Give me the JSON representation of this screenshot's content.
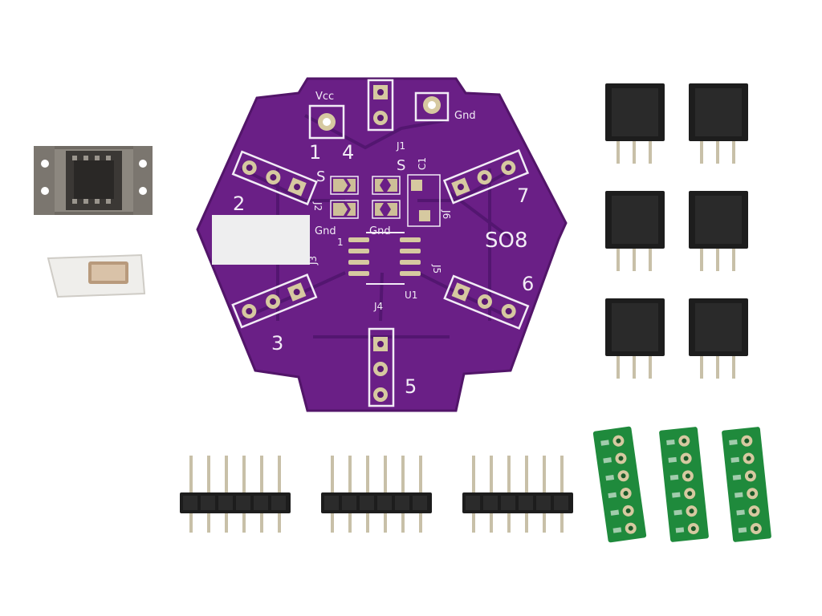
{
  "colors": {
    "background": "#ffffff",
    "pcb_purple": "#6a1f86",
    "pcb_dark": "#4a1162",
    "pcb_trace": "#531670",
    "silkscreen": "#f2ecf6",
    "gold": "#d6c9a0",
    "header_black": "#1d1d1d",
    "green_board": "#1f8a3c",
    "pin_metal": "#c8c0a8"
  },
  "pcb": {
    "labels": {
      "vcc": "Vcc",
      "gnd_top": "Gnd",
      "pos1": "1",
      "pos4": "4",
      "j1": "J1",
      "s_left": "S",
      "s_right": "S",
      "c1": "C1",
      "j2": "J2",
      "j6": "J6",
      "pos2": "2",
      "pos7": "7",
      "gnd_left": "Gnd",
      "gnd_mid": "Gnd",
      "pin1": "1",
      "so8": "SO8",
      "j3": "J3",
      "j5": "J5",
      "pos6": "6",
      "j4": "J4",
      "u1": "U1",
      "pos3": "3",
      "pos5": "5"
    }
  },
  "parts": {
    "so8_adapter": "so8-adapter-clip-icon",
    "smd_part": "smd-component-icon",
    "female_headers": 6,
    "male_headers": 3,
    "breakout_boards": 3
  }
}
